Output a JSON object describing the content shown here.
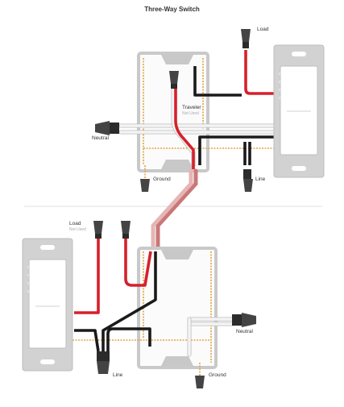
{
  "title": "Three-Way Switch",
  "top": {
    "load": "Load",
    "traveler": "Traveler",
    "traveler_note": "Not Used",
    "neutral": "Neutral",
    "ground": "Ground",
    "line": "Line"
  },
  "bottom": {
    "load": "Load",
    "load_note": "Not Used",
    "neutral": "Neutral",
    "line": "Line",
    "ground": "Ground"
  },
  "colors": {
    "hot": "#d6202b",
    "black": "#1a1a1a",
    "white_wire": "#f2f2f2",
    "ground_wire": "#e2a444",
    "box": "#c9c9c9",
    "switch": "#d2d2d2",
    "traveler_red": "#c97878",
    "traveler_pink": "#e6b5b5"
  }
}
